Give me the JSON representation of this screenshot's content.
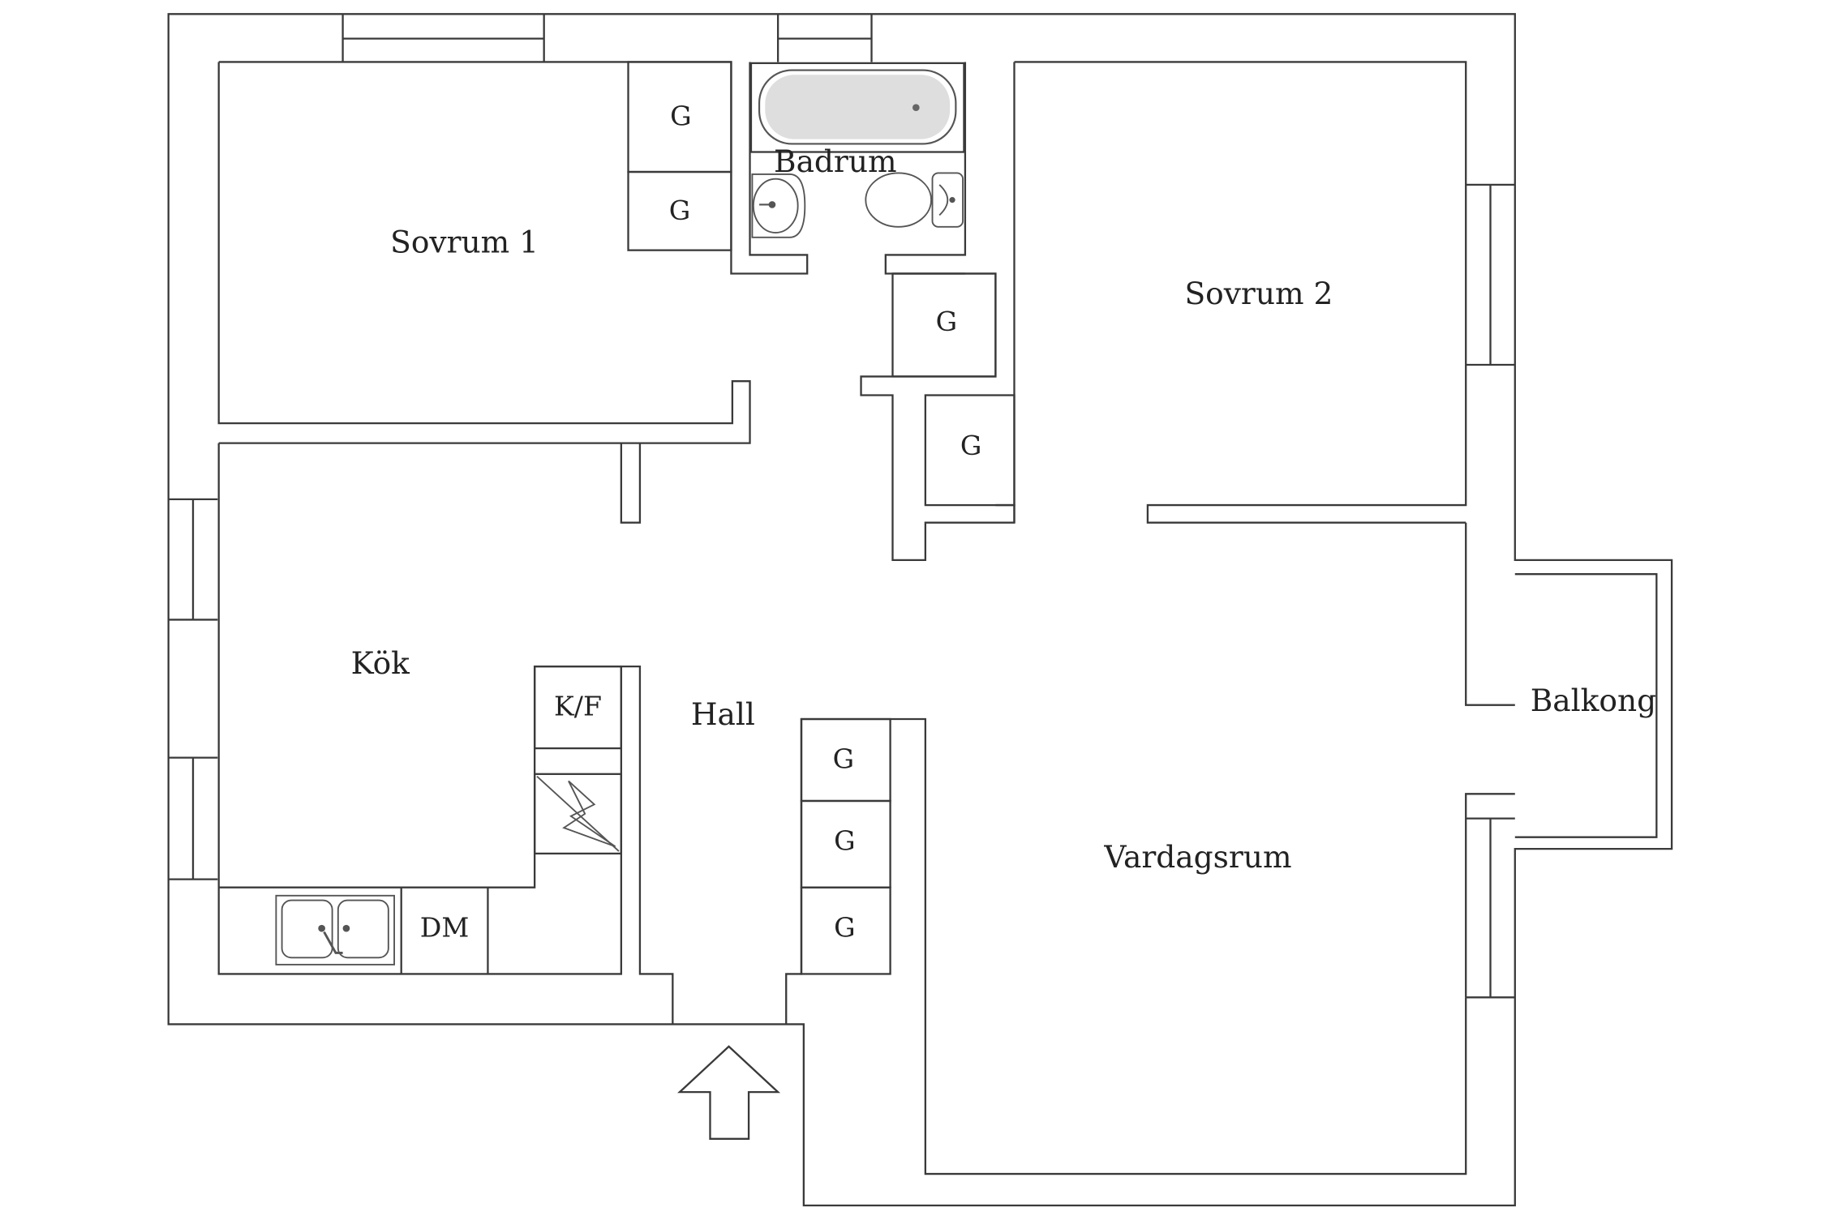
{
  "rooms": {
    "sovrum1": "Sovrum 1",
    "badrum": "Badrum",
    "sovrum2": "Sovrum 2",
    "kok": "Kök",
    "hall": "Hall",
    "vardagsrum": "Vardagsrum",
    "balkong": "Balkong"
  },
  "fixtures": {
    "closet": "G",
    "fridge_freezer": "K/F",
    "dishwasher": "DM"
  },
  "icons": [
    "entrance-arrow-icon",
    "bathtub-icon",
    "sink-icon",
    "toilet-icon",
    "stove-icon",
    "kitchen-sink-icon"
  ]
}
